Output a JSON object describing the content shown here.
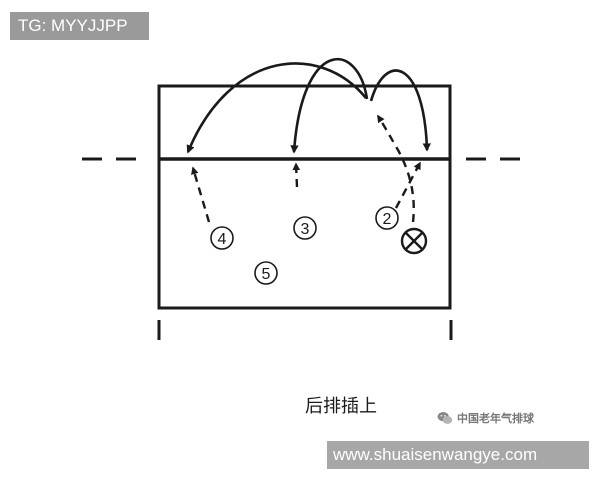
{
  "watermark": {
    "tag": "TG: MYYJJPP",
    "url": "www.shuaisenwangye.com",
    "wechat_account": "中国老年气排球"
  },
  "caption": "后排插上",
  "players": [
    {
      "id": "4",
      "label": "④"
    },
    {
      "id": "3",
      "label": "③"
    },
    {
      "id": "5",
      "label": "⑤"
    },
    {
      "id": "2",
      "label": "②"
    },
    {
      "id": "setter",
      "label": "⊗"
    }
  ],
  "icons": {
    "setter_marker": "circled-x-icon",
    "wechat_logo": "wechat-icon"
  },
  "colors": {
    "line": "#1a1a1a",
    "tag_bg": "#9a9a9a",
    "url_bg": "#a7a7a7"
  }
}
